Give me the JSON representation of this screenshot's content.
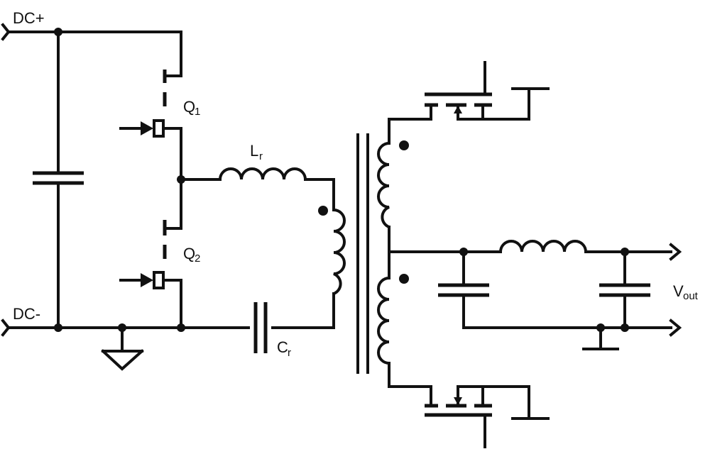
{
  "labels": {
    "dc_plus": "DC+",
    "dc_minus": "DC-",
    "q1_main": "Q",
    "q1_sub": "1",
    "q2_main": "Q",
    "q2_sub": "2",
    "lr_main": "L",
    "lr_sub": "r",
    "cr_main": "C",
    "cr_sub": "r",
    "vout_main": "V",
    "vout_sub": "out"
  }
}
